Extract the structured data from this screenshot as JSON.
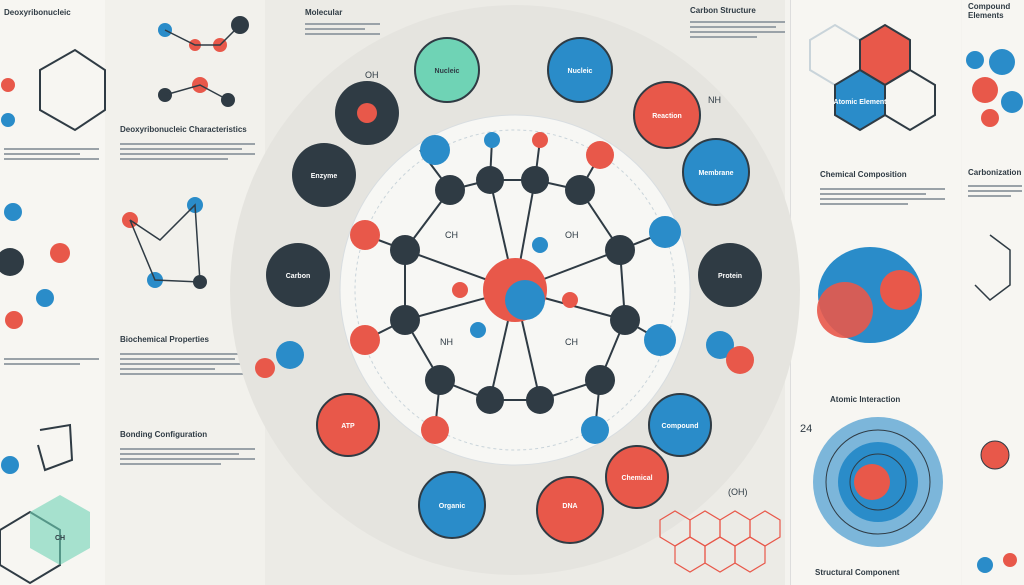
{
  "left": {
    "heading_1": "Deoxyribonucleic",
    "heading_2": "Deoxyribonucleic Characteristics",
    "heading_3": "Biochemical Properties",
    "heading_4": "Bonding Configuration",
    "tag": "CH"
  },
  "center": {
    "top_title": "Molecular",
    "top_right_title": "Carbon Structure",
    "circles": [
      {
        "text": "Nucleic"
      },
      {
        "text": "Nucleic"
      },
      {
        "text": "Reaction"
      },
      {
        "text": "Membrane"
      },
      {
        "text": "Enzyme"
      },
      {
        "text": "Carbon"
      },
      {
        "text": "Protein"
      },
      {
        "text": "ATP"
      },
      {
        "text": "Compound"
      },
      {
        "text": "Chemical"
      },
      {
        "text": "Organic"
      },
      {
        "text": "DNA"
      },
      {
        "text": "Atomic Element"
      },
      {
        "text": "CH"
      }
    ],
    "labels": [
      "CH",
      "OH",
      "NH",
      "CH",
      "OH",
      "NH",
      "(OH)"
    ]
  },
  "right": {
    "heading_1": "Compound Elements",
    "heading_2": "Chemical Composition",
    "heading_3": "Atomic Interaction",
    "heading_4": "Carbonization",
    "number": "24",
    "footer": "Structural Component"
  },
  "colors": {
    "dark": "#2f3b44",
    "blue": "#2a8cc9",
    "red": "#e8584a",
    "mint": "#6fd3b5",
    "pale": "#f4f3ef"
  }
}
